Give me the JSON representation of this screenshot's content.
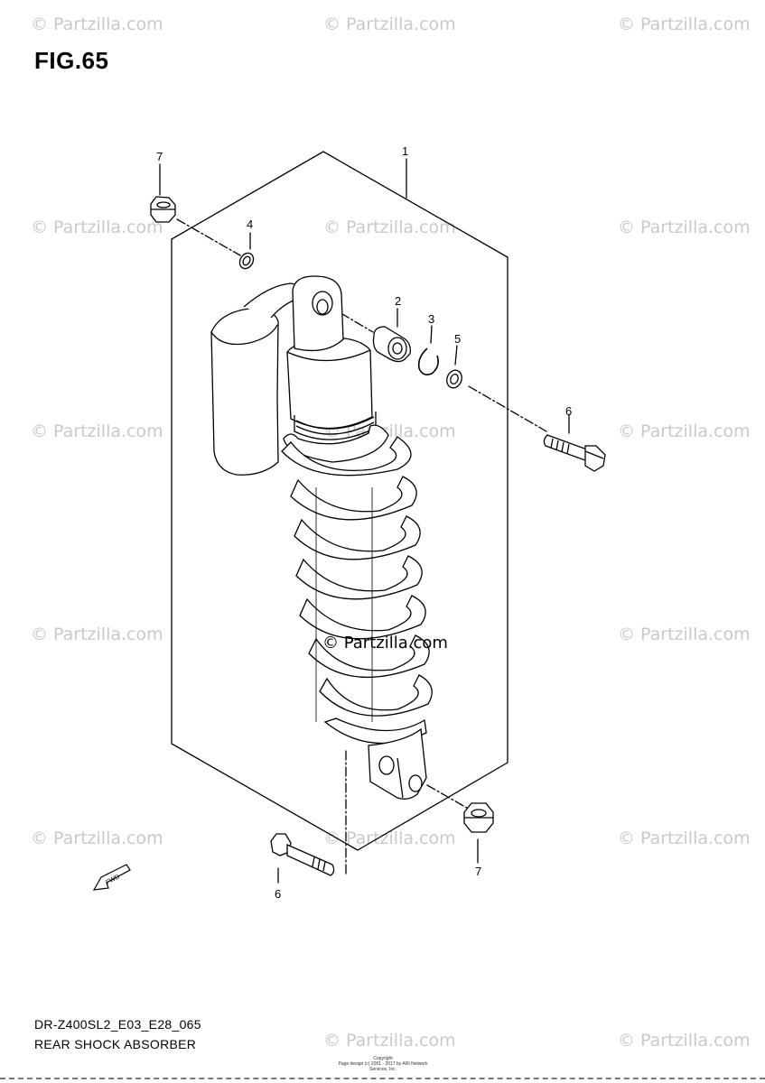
{
  "figure": {
    "title": "FIG.65"
  },
  "watermark": {
    "text": "© Partzilla.com",
    "center_text": "© Partzilla.com"
  },
  "callouts": {
    "c1": "1",
    "c2": "2",
    "c3": "3",
    "c4": "4",
    "c5": "5",
    "c6a": "6",
    "c6b": "6",
    "c7a": "7",
    "c7b": "7"
  },
  "fwd_label": "FWD",
  "footer": {
    "code": "DR-Z400SL2_E03_E28_065",
    "name": "REAR SHOCK ABSORBER",
    "copyright_line1": "Copyright",
    "copyright_line2": "Page design (c) 2001 - 2017 by ARI Network Services, Inc."
  }
}
